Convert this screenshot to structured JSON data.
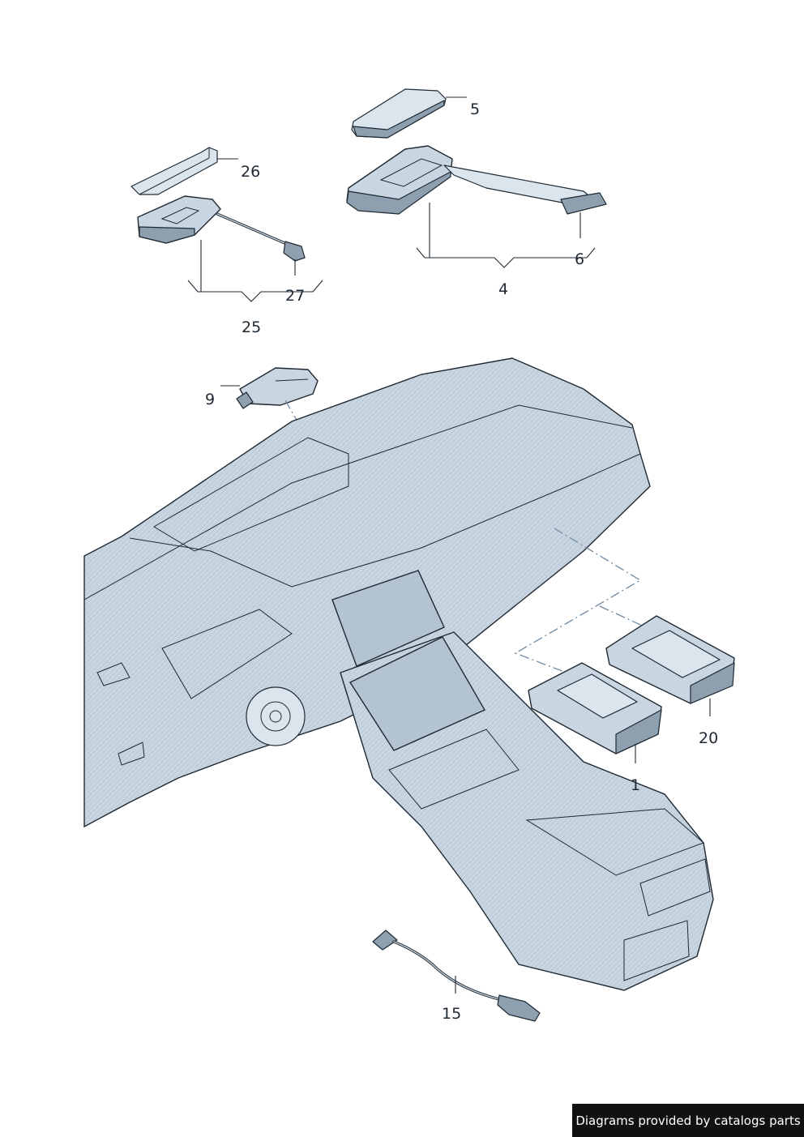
{
  "callouts": [
    {
      "id": "5",
      "label": "5"
    },
    {
      "id": "26",
      "label": "26"
    },
    {
      "id": "6",
      "label": "6"
    },
    {
      "id": "27",
      "label": "27"
    },
    {
      "id": "4",
      "label": "4"
    },
    {
      "id": "25",
      "label": "25"
    },
    {
      "id": "9",
      "label": "9"
    },
    {
      "id": "20",
      "label": "20"
    },
    {
      "id": "1",
      "label": "1"
    },
    {
      "id": "15",
      "label": "15"
    }
  ],
  "credit": "Diagrams provided by catalogs parts",
  "colors": {
    "part_fill": "#c9d6e1",
    "outline": "#1e2933",
    "dash_line": "#6f8aa3",
    "credit_background": "#111111"
  }
}
